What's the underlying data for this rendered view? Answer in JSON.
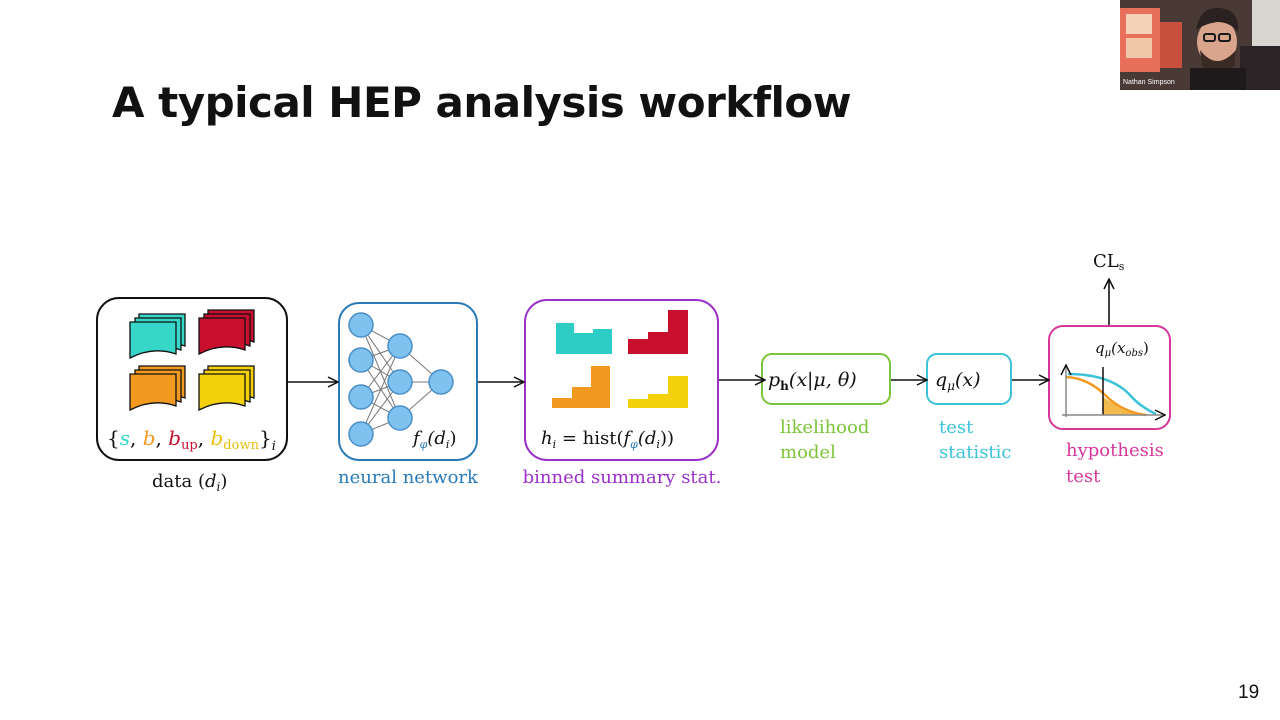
{
  "slide": {
    "title": "A typical HEP analysis workflow",
    "page_number": "19"
  },
  "webcam": {
    "participant_name": "Nathan Simpson"
  },
  "diagram": {
    "data_box": {
      "caption_prefix": "data (",
      "caption_var": "d",
      "caption_sub": "i",
      "caption_suffix": ")",
      "set_s": "s",
      "set_b": "b",
      "set_bup": "b",
      "set_bup_sub": "up",
      "set_bdown": "b",
      "set_bdown_sub": "down",
      "set_index": "i",
      "colors": {
        "s": "#36d6c9",
        "b": "#f29a1f",
        "bup": "#c8102e",
        "bdown": "#f4d10a"
      }
    },
    "nn_box": {
      "caption": "neural network",
      "formula_f": "f",
      "formula_phi": "φ",
      "formula_arg": "(d",
      "formula_arg_sub": "i",
      "formula_close": ")",
      "color": "#2a7ab8"
    },
    "hist_box": {
      "caption": "binned summary stat.",
      "formula_h": "h",
      "formula_h_sub": "i",
      "formula_mid": " = hist(",
      "formula_f": "f",
      "formula_phi": "φ",
      "formula_arg": "(d",
      "formula_arg_sub": "i",
      "formula_close": "))",
      "color": "#9b30c9"
    },
    "likelihood_box": {
      "formula_p": "p",
      "formula_sub": "h",
      "formula_rest": "(x|μ, θ)",
      "caption_line1": "likelihood",
      "caption_line2": "model",
      "color": "#7cc43a"
    },
    "test_stat_box": {
      "formula_q": "q",
      "formula_sub": "μ",
      "formula_rest": "(x)",
      "caption_line1": "test",
      "caption_line2": "statistic",
      "color": "#3cc3d8"
    },
    "hypothesis_box": {
      "formula_q": "q",
      "formula_sub": "μ",
      "formula_open": "(x",
      "formula_obs": "obs",
      "formula_close": ")",
      "caption_line1": "hypothesis",
      "caption_line2": "test",
      "color": "#d5379a"
    },
    "output": {
      "label": "CL",
      "label_sub": "s"
    }
  }
}
